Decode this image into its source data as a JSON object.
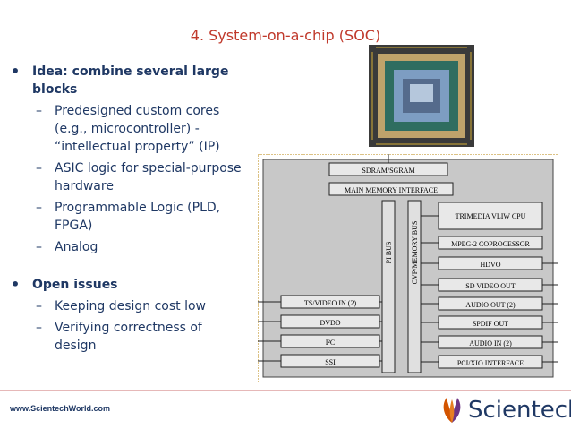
{
  "slide": {
    "title": "4. System-on-a-chip (SOC)",
    "bullets": [
      {
        "text": "Idea: combine several large blocks",
        "subs": [
          "Predesigned custom cores (e.g., microcontroller) - “intellectual property” (IP)",
          "ASIC logic for special-purpose hardware",
          "Programmable Logic (PLD, FPGA)",
          "Analog"
        ]
      },
      {
        "text": "Open issues",
        "subs": [
          "Keeping design cost low",
          "Verifying correctness of design"
        ]
      }
    ]
  },
  "diagram": {
    "top_blocks": [
      "SDRAM/SGRAM",
      "MAIN MEMORY INTERFACE"
    ],
    "buses": [
      "PI BUS",
      "CVP/MEMORY BUS"
    ],
    "left_blocks": [
      "TS/VIDEO IN (2)",
      "DVDD",
      "I²C",
      "SSI"
    ],
    "right_blocks": [
      "TRIMEDIA VLIW CPU",
      "MPEG-2 COPROCESSOR",
      "HDVO",
      "SD VIDEO OUT",
      "AUDIO OUT (2)",
      "SPDIF OUT",
      "AUDIO IN (2)",
      "PCI/XIO INTERFACE"
    ]
  },
  "footer": {
    "url": "www.ScientechWorld.com",
    "brand": "Scientech"
  },
  "colors": {
    "title": "#c0392b",
    "text": "#1f3864"
  }
}
